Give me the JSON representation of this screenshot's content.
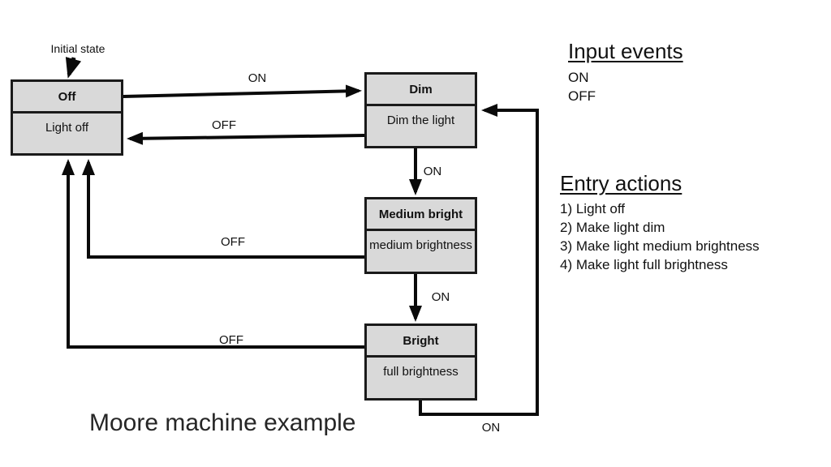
{
  "title": "Moore machine example",
  "diagram": {
    "initial_label": "Initial state",
    "states": [
      {
        "name": "Off",
        "action": "Light off"
      },
      {
        "name": "Dim",
        "action": "Dim the light"
      },
      {
        "name": "Medium bright",
        "action": "medium brightness"
      },
      {
        "name": "Bright",
        "action": "full brightness"
      }
    ],
    "transitions": [
      {
        "label": "ON",
        "from": "Off",
        "to": "Dim"
      },
      {
        "label": "OFF",
        "from": "Dim",
        "to": "Off"
      },
      {
        "label": "ON",
        "from": "Dim",
        "to": "Medium bright"
      },
      {
        "label": "OFF",
        "from": "Medium bright",
        "to": "Off"
      },
      {
        "label": "ON",
        "from": "Medium bright",
        "to": "Bright"
      },
      {
        "label": "OFF",
        "from": "Bright",
        "to": "Off"
      },
      {
        "label": "ON",
        "from": "Bright",
        "to": "Dim"
      }
    ]
  },
  "input_events": {
    "heading": "Input events",
    "items": [
      "ON",
      "OFF"
    ]
  },
  "entry_actions": {
    "heading": "Entry actions",
    "items": [
      "1) Light off",
      "2) Make light dim",
      "3) Make light medium brightness",
      "4) Make light full brightness"
    ]
  },
  "colors": {
    "state_fill": "#d9d9d9",
    "line": "#0a0a0a",
    "background": "#ffffff"
  }
}
